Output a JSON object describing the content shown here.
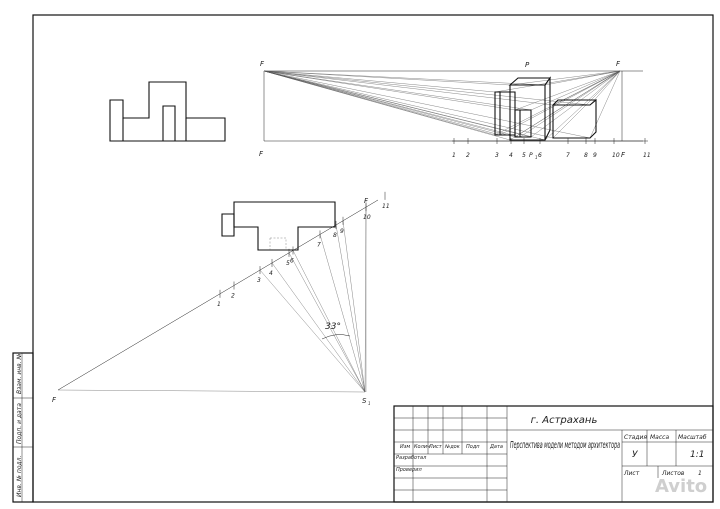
{
  "top_view": {
    "label_F_left": "F",
    "label_F_right": "F",
    "label_F1": "F",
    "label_F1_right": "F",
    "label_P": "P",
    "label_P1": "P",
    "label_P1_idx": "1",
    "ground_ticks": [
      "1",
      "2",
      "3",
      "4",
      "5",
      "6",
      "7",
      "8",
      "9",
      "10",
      "11"
    ]
  },
  "plan_view": {
    "label_F1_left": "F",
    "label_F1_right": "F",
    "label_S1": "S",
    "label_S1_idx": "1",
    "angle_label": "33°",
    "ticks": [
      "1",
      "2",
      "3",
      "4",
      "5",
      "6",
      "7",
      "8",
      "9",
      "10",
      "11"
    ]
  },
  "side_strip": [
    "Инв. № подл.",
    "Подп. и дата",
    "Взам. инв. №"
  ],
  "title_block": {
    "city": "г. Астрахань",
    "title": "Перспектива модели методом архитектора",
    "col_headers": [
      "Изм",
      "Колич",
      "Лист",
      "№док",
      "Подп",
      "Дата"
    ],
    "row_labels": [
      "Разработал",
      "Проверил"
    ],
    "stage_header": "Стадия",
    "mass_header": "Масса",
    "scale_header": "Масштаб",
    "stage_value": "У",
    "scale_value": "1:1",
    "sheet_label": "Лист",
    "sheets_label": "Листов",
    "sheets_value": "1"
  },
  "watermark": "Avito"
}
